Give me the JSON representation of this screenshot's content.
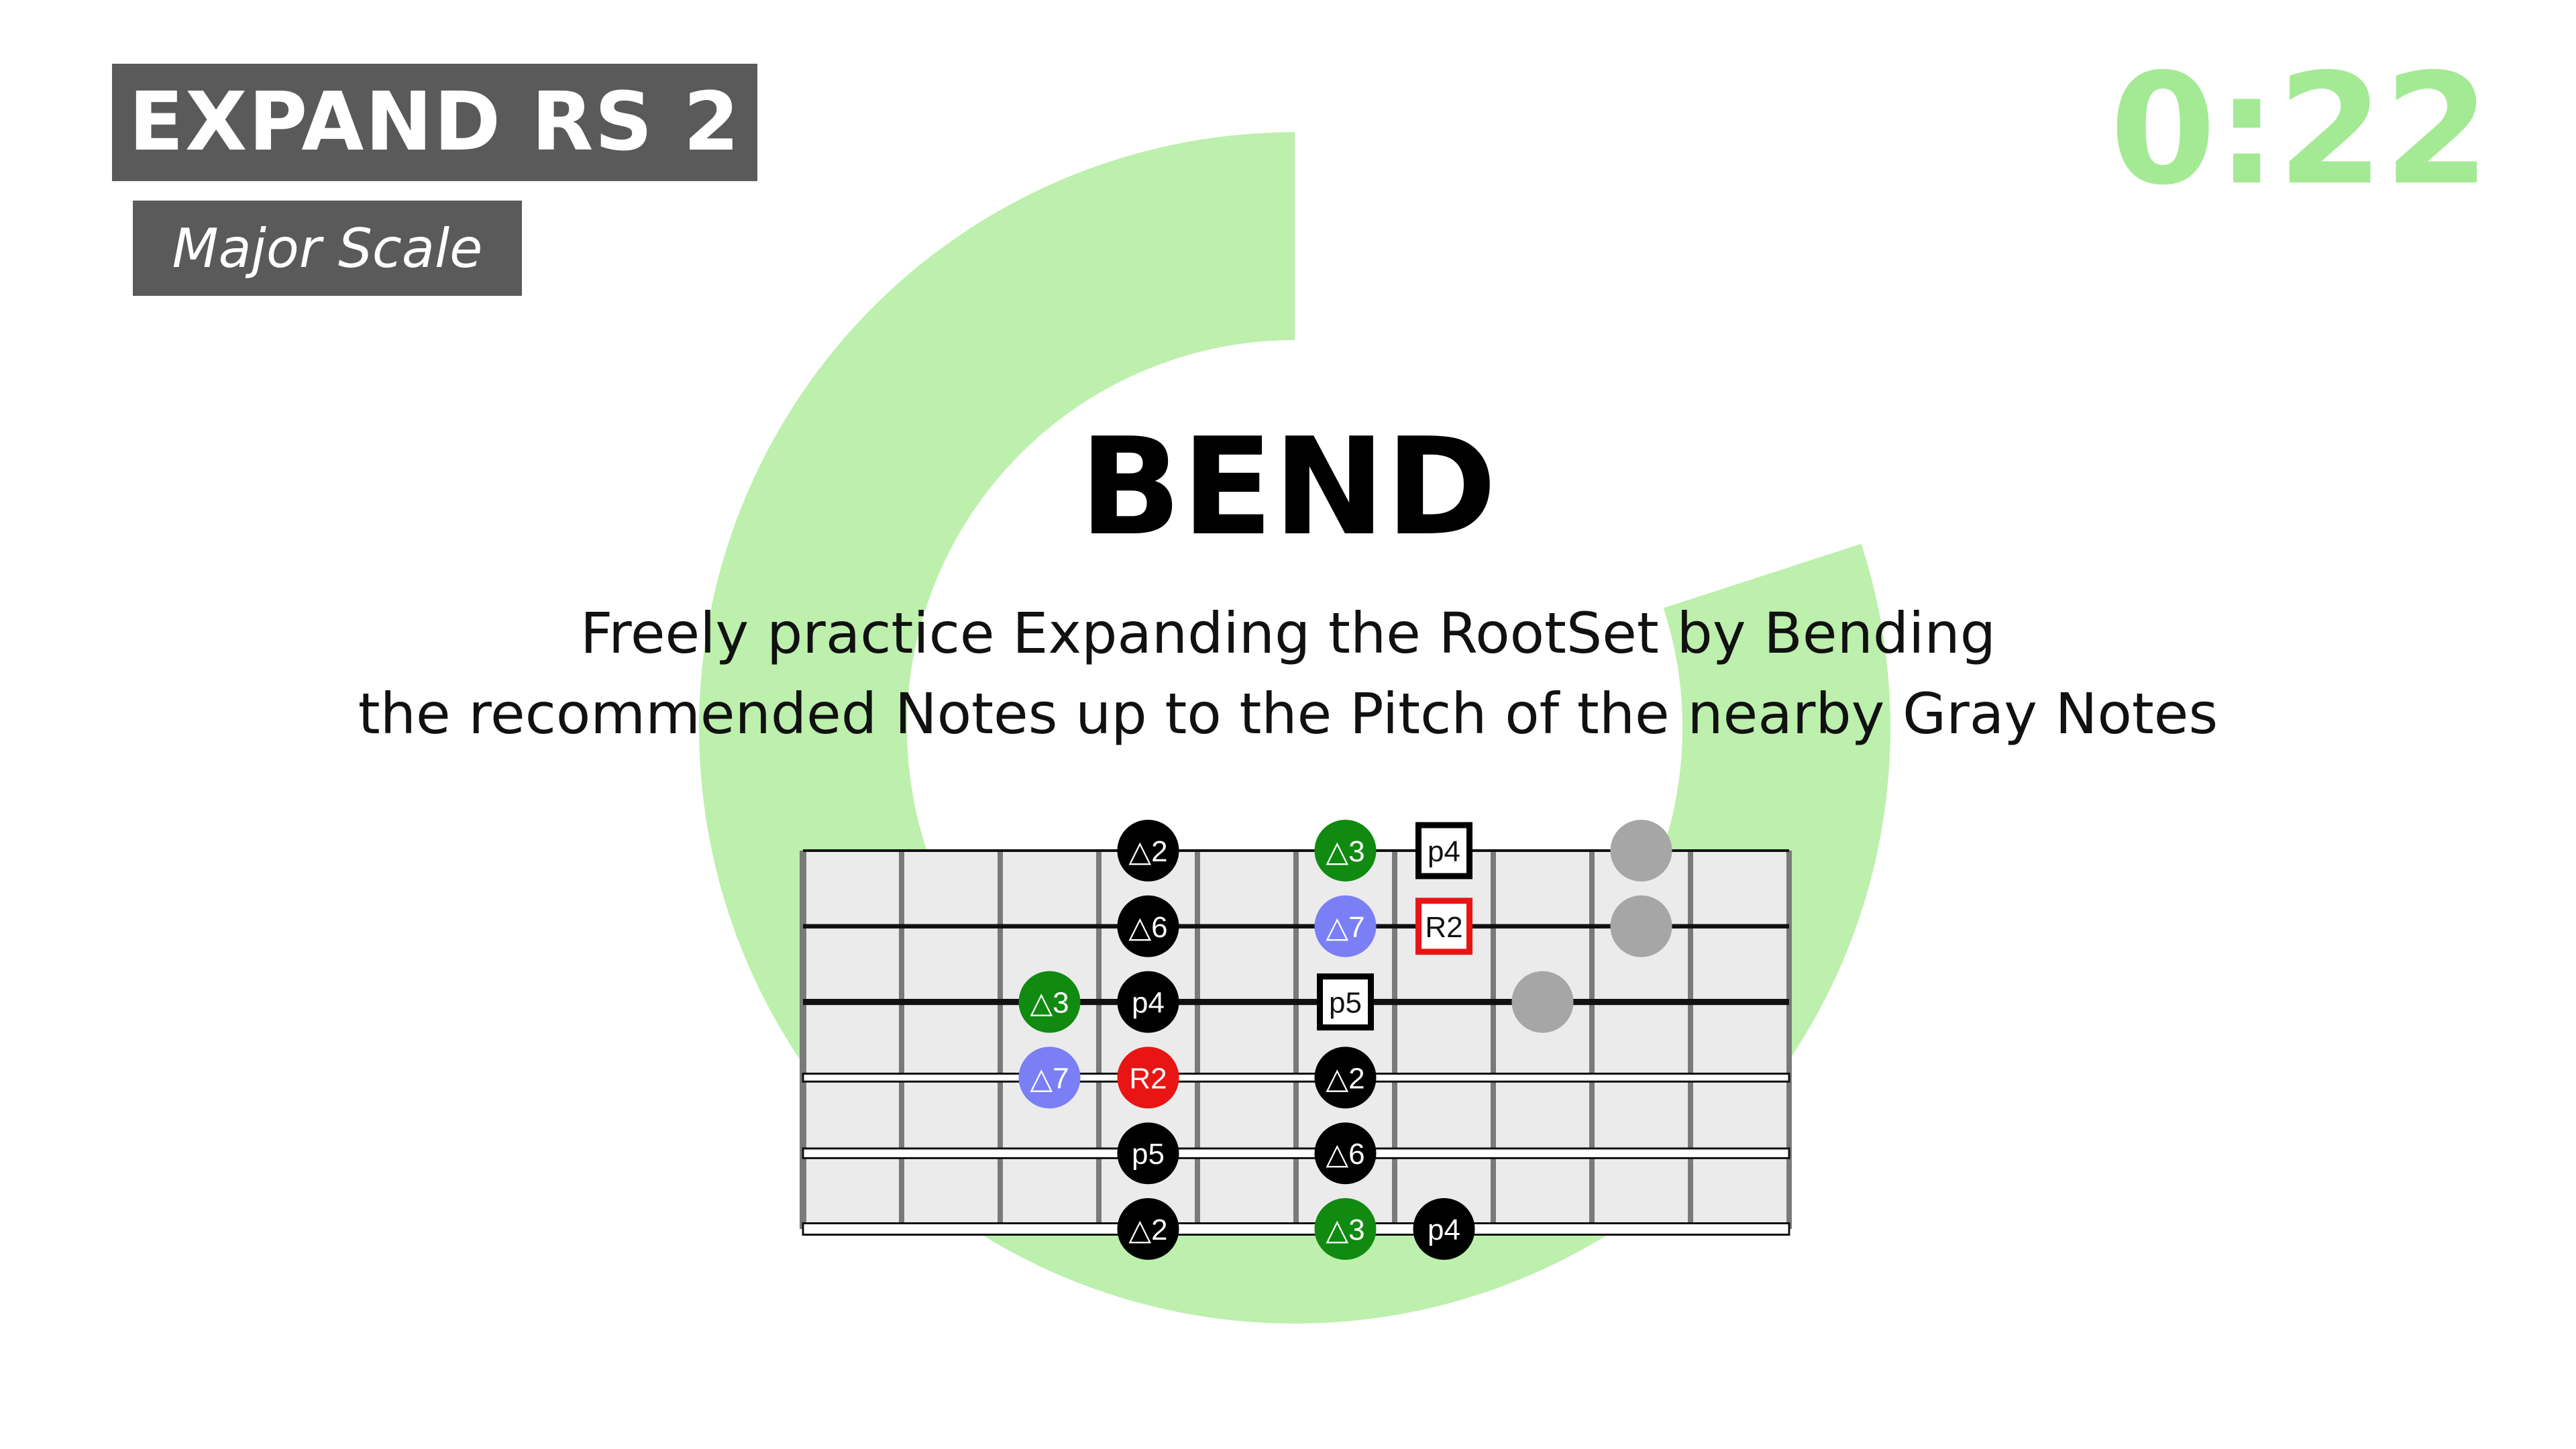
{
  "header": {
    "title": "EXPAND RS 2",
    "subtitle": "Major Scale",
    "timer": "0:22"
  },
  "colors": {
    "timer": "#a4ea94",
    "ring": "#bcf0ac",
    "box_bg": "#5a5a5a",
    "green_note": "#118a11",
    "blue_note": "#7b7ff5",
    "red_note": "#e91515",
    "black_note": "#000000",
    "gray_note": "#a6a6a6",
    "fretboard_bg": "#ebebeb"
  },
  "progress": {
    "fraction_remaining": 0.8
  },
  "exercise": {
    "title": "BEND",
    "description_line1": "Freely practice Expanding the RootSet by Bending",
    "description_line2": "the recommended Notes up to the Pitch of the nearby Gray Notes"
  },
  "fretboard": {
    "strings": 6,
    "frets": 10,
    "notes": [
      {
        "string": 1,
        "fret": 4,
        "label": "△2",
        "style": "black"
      },
      {
        "string": 1,
        "fret": 6,
        "label": "△3",
        "style": "green"
      },
      {
        "string": 1,
        "fret": 7,
        "label": "p4",
        "style": "box-black"
      },
      {
        "string": 1,
        "fret": 9,
        "label": "",
        "style": "gray"
      },
      {
        "string": 2,
        "fret": 4,
        "label": "△6",
        "style": "black"
      },
      {
        "string": 2,
        "fret": 6,
        "label": "△7",
        "style": "blue"
      },
      {
        "string": 2,
        "fret": 7,
        "label": "R2",
        "style": "box-red"
      },
      {
        "string": 2,
        "fret": 9,
        "label": "",
        "style": "gray"
      },
      {
        "string": 3,
        "fret": 3,
        "label": "△3",
        "style": "green"
      },
      {
        "string": 3,
        "fret": 4,
        "label": "p4",
        "style": "black"
      },
      {
        "string": 3,
        "fret": 6,
        "label": "p5",
        "style": "box-black"
      },
      {
        "string": 3,
        "fret": 8,
        "label": "",
        "style": "gray"
      },
      {
        "string": 4,
        "fret": 3,
        "label": "△7",
        "style": "blue"
      },
      {
        "string": 4,
        "fret": 4,
        "label": "R2",
        "style": "red"
      },
      {
        "string": 4,
        "fret": 6,
        "label": "△2",
        "style": "black"
      },
      {
        "string": 5,
        "fret": 4,
        "label": "p5",
        "style": "black"
      },
      {
        "string": 5,
        "fret": 6,
        "label": "△6",
        "style": "black"
      },
      {
        "string": 6,
        "fret": 4,
        "label": "△2",
        "style": "black"
      },
      {
        "string": 6,
        "fret": 6,
        "label": "△3",
        "style": "green"
      },
      {
        "string": 6,
        "fret": 7,
        "label": "p4",
        "style": "black"
      }
    ]
  }
}
